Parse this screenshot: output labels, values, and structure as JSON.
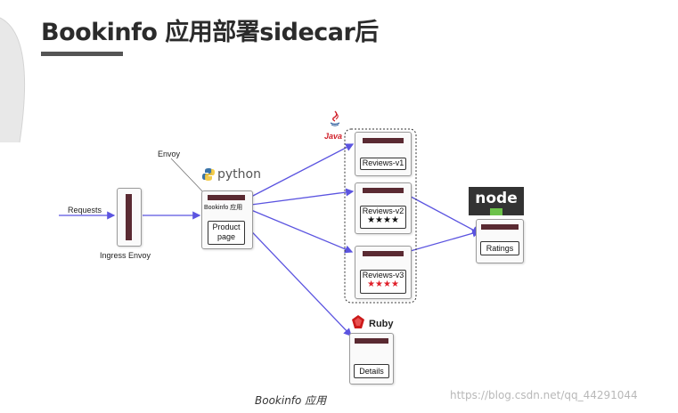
{
  "slide": {
    "title": "Bookinfo 应用部署sidecar后",
    "caption": "Bookinfo 应用",
    "watermark": "https://blog.csdn.net/qq_44291044"
  },
  "diagram": {
    "labels": {
      "requests": "Requests",
      "ingress": "Ingress Envoy",
      "envoy": "Envoy"
    },
    "nodes": {
      "productpage": {
        "header": "Bookinfo 应用",
        "label": "Product\npage",
        "lang": "python"
      },
      "reviews_v1": {
        "label": "Reviews-v1"
      },
      "reviews_v2": {
        "label": "Reviews-v2",
        "stars": "★★★★",
        "star_color": "#111111"
      },
      "reviews_v3": {
        "label": "Reviews-v3",
        "stars": "★★★★",
        "star_color": "#e0202a"
      },
      "ratings": {
        "label": "Ratings"
      },
      "details": {
        "label": "Details"
      }
    },
    "logos": {
      "java": "Java",
      "python": "python",
      "ruby": "Ruby",
      "node": "node"
    },
    "colors": {
      "arrow": "#5b54e0",
      "envoy_bar": "#5a2a32",
      "title_bar": "#555555",
      "node_bg": "#333333",
      "node_green": "#6cc24a",
      "ruby_red": "#cc1a1a"
    },
    "edges": [
      {
        "from": "requests",
        "to": "ingress"
      },
      {
        "from": "ingress",
        "to": "productpage"
      },
      {
        "from": "productpage",
        "to": "reviews_v1"
      },
      {
        "from": "productpage",
        "to": "reviews_v2"
      },
      {
        "from": "productpage",
        "to": "reviews_v3"
      },
      {
        "from": "productpage",
        "to": "details"
      },
      {
        "from": "reviews_v2",
        "to": "ratings"
      },
      {
        "from": "reviews_v3",
        "to": "ratings"
      }
    ]
  }
}
